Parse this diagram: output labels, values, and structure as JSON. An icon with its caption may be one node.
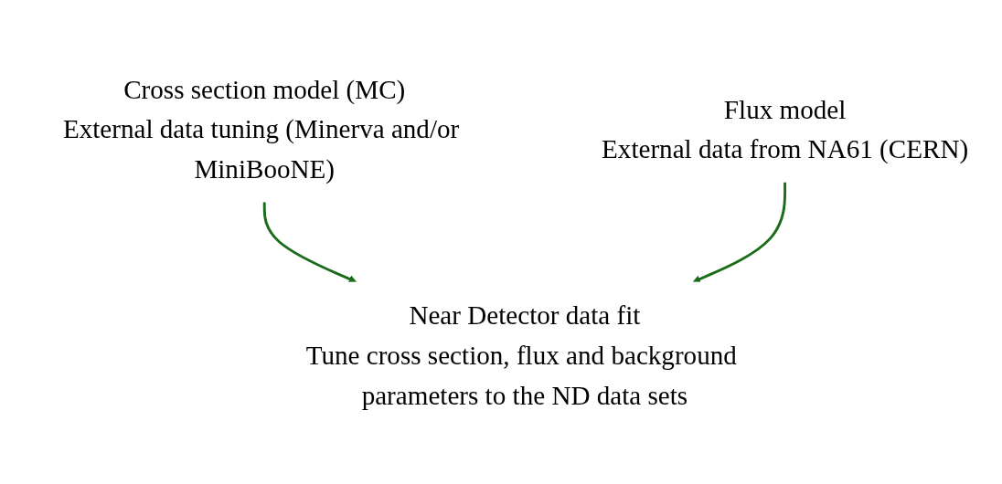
{
  "diagram": {
    "nodes": [
      {
        "text": [
          "Cross section model (MC)",
          "External data tuning (Minerva and/or MiniBooNE)"
        ]
      },
      {
        "text": [
          "Flux model",
          "External data from NA61 (CERN)"
        ]
      },
      {
        "text": [
          "Near Detector data fit",
          "Tune cross section, flux and background parameters to the ND data sets"
        ]
      }
    ],
    "edges": [
      {
        "from": 0,
        "to": 2,
        "arrow": "to",
        "color": "#1a6b1a"
      },
      {
        "from": 1,
        "to": 2,
        "arrow": "to",
        "color": "#1a6b1a"
      }
    ]
  }
}
